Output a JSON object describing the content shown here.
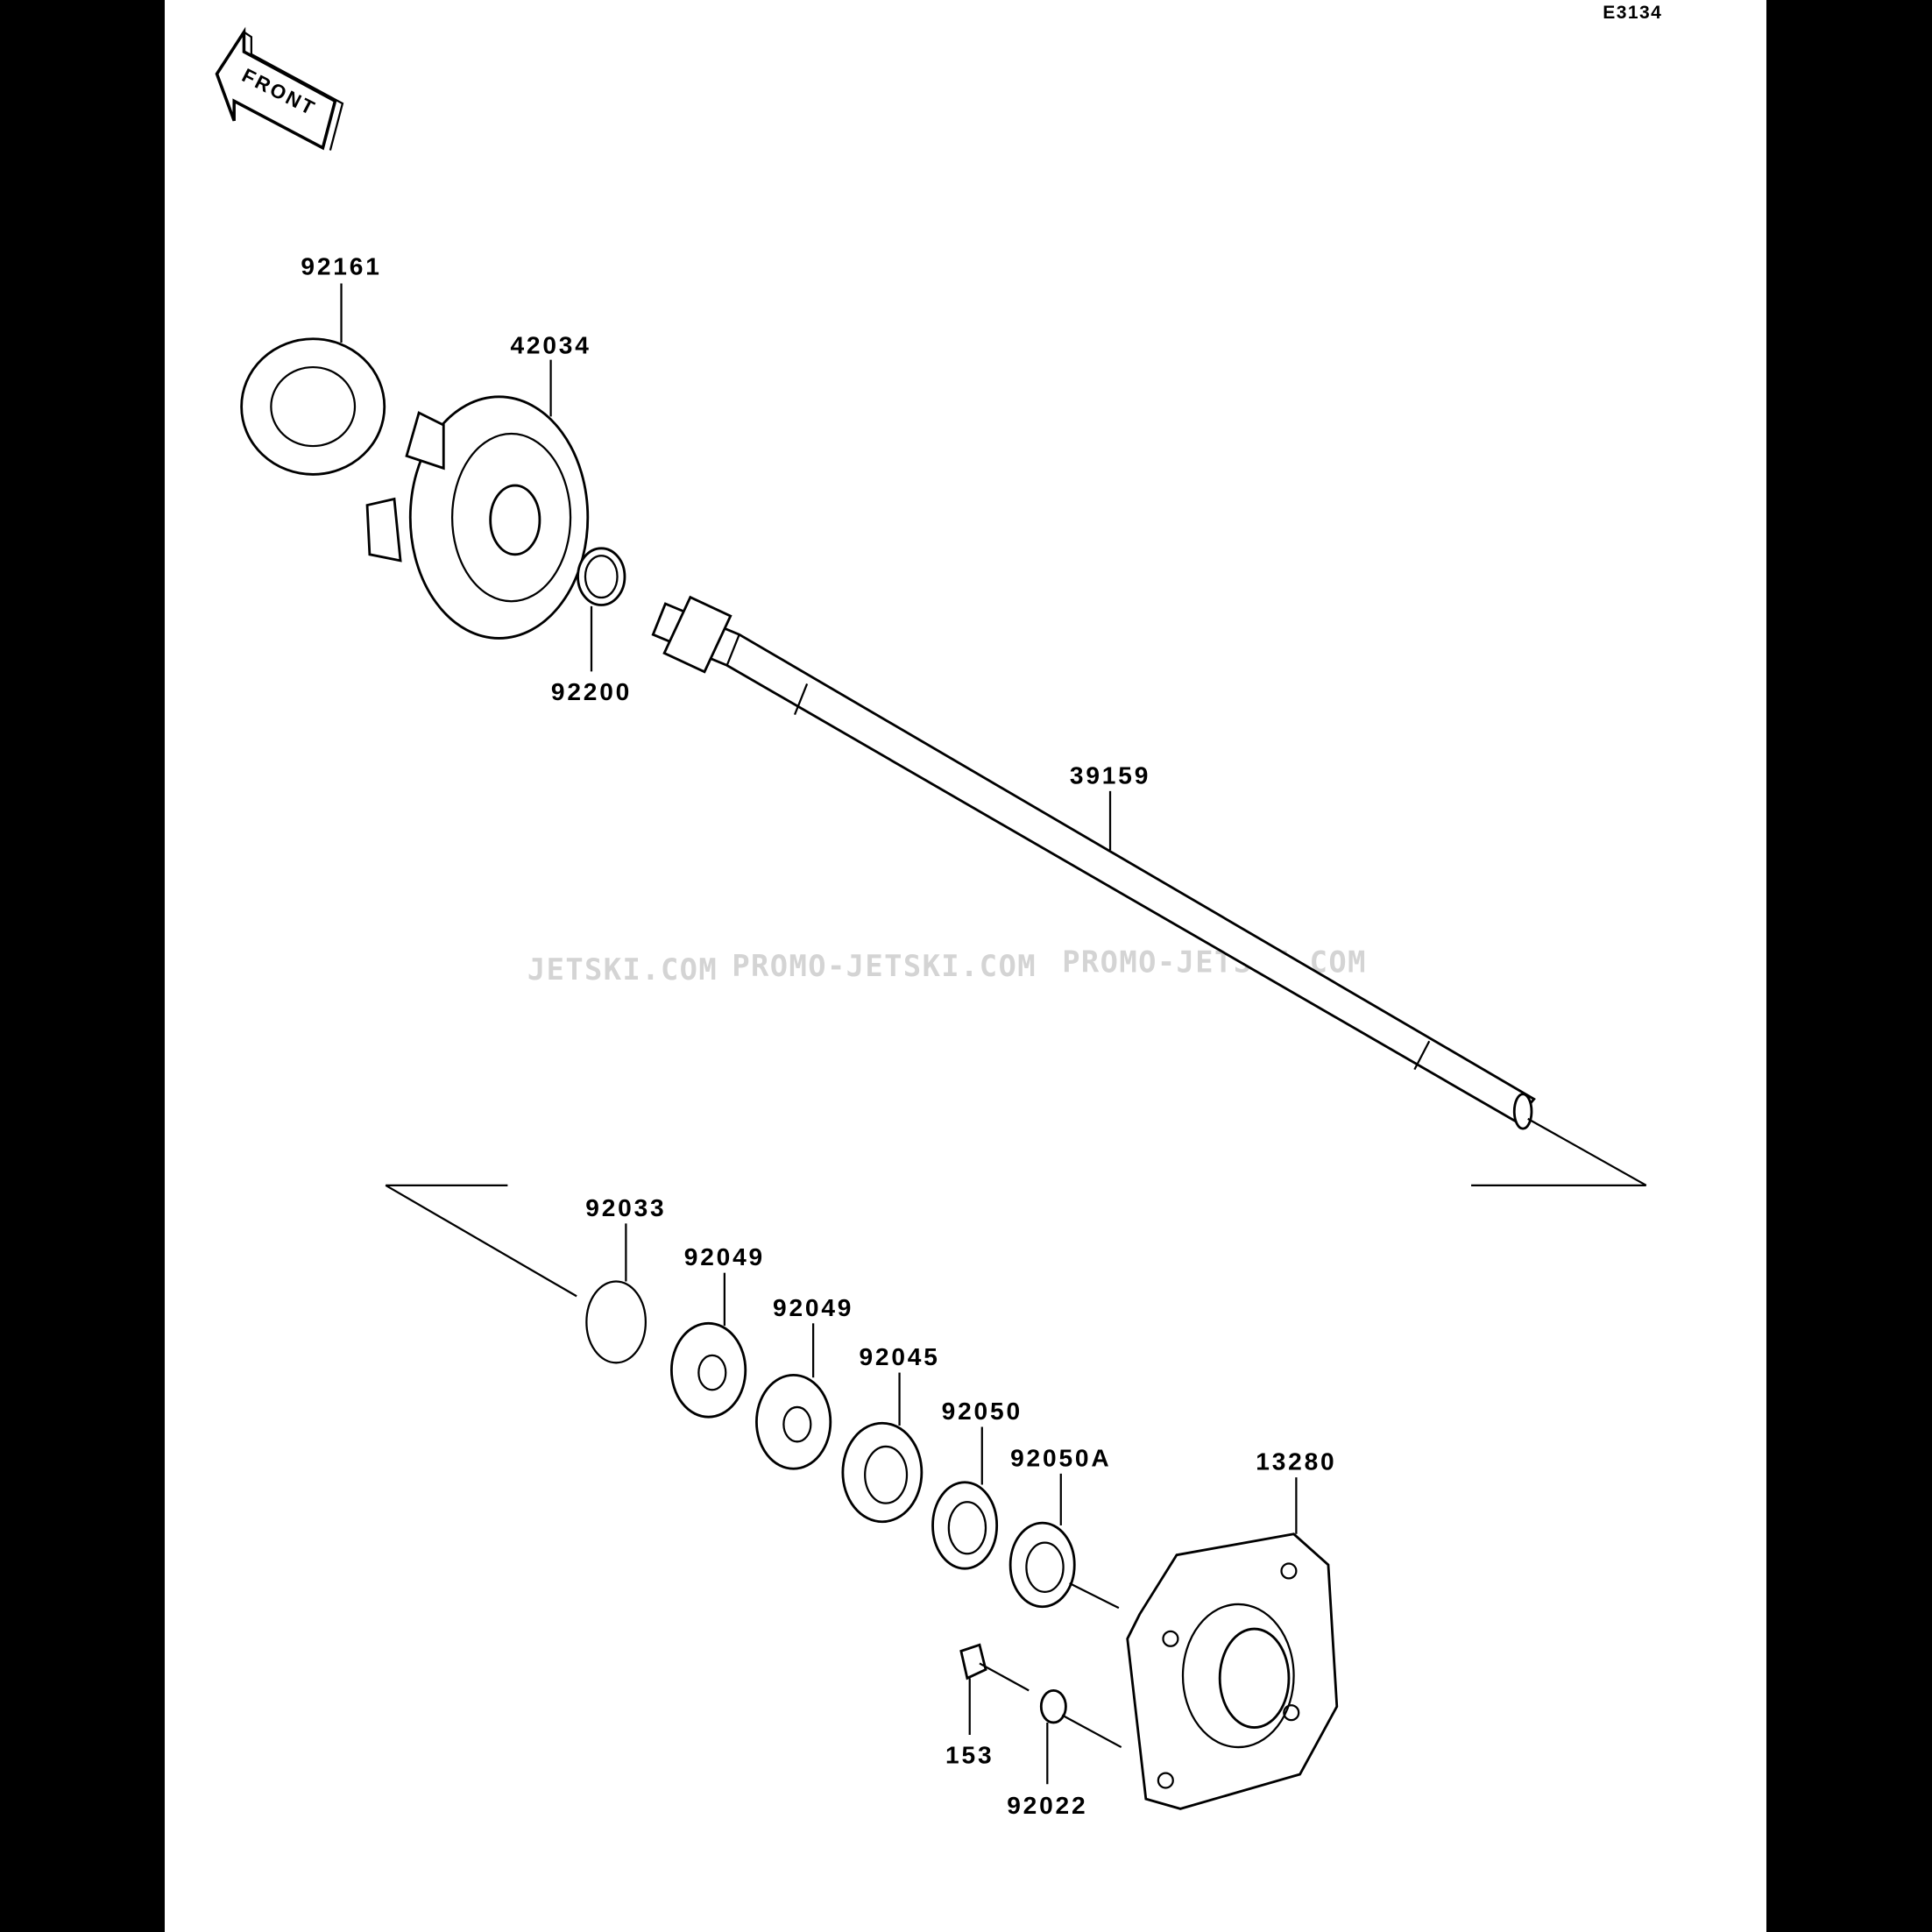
{
  "diagram_code": "E3134",
  "front_arrow_label": "FRONT",
  "watermark": [
    "JETSKI.COM",
    "PROMO-JETSKI.COM",
    "PROMO-JETSKI.COM"
  ],
  "parts": [
    {
      "id": "92161"
    },
    {
      "id": "42034"
    },
    {
      "id": "92200"
    },
    {
      "id": "39159"
    },
    {
      "id": "92033"
    },
    {
      "id": "92049"
    },
    {
      "id": "92049"
    },
    {
      "id": "92045"
    },
    {
      "id": "92050"
    },
    {
      "id": "92050A"
    },
    {
      "id": "13280"
    },
    {
      "id": "153"
    },
    {
      "id": "92022"
    }
  ]
}
